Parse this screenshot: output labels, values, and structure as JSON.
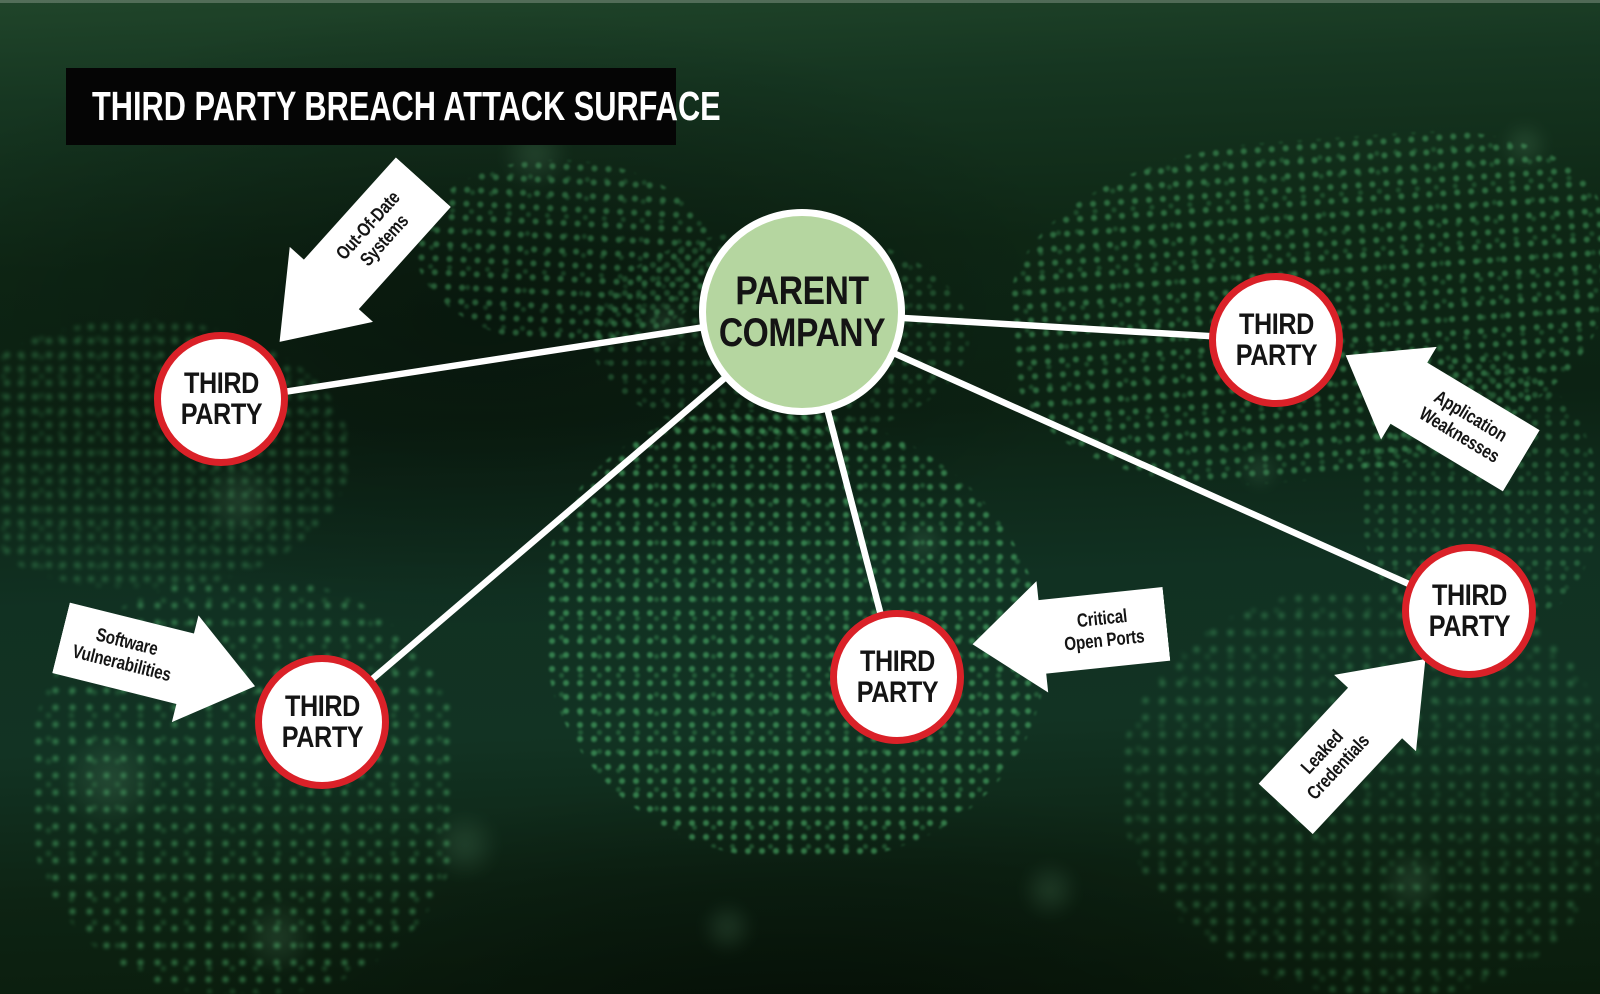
{
  "title_bar": {
    "title": "THIRD PARTY BREACH ATTACK SURFACE"
  },
  "diagram": {
    "parent_node": {
      "line1": "PARENT",
      "line2": "COMPANY"
    },
    "nodes": [
      {
        "id": "third-party-top-left",
        "line1": "THIRD",
        "line2": "PARTY"
      },
      {
        "id": "third-party-bottom-left",
        "line1": "THIRD",
        "line2": "PARTY"
      },
      {
        "id": "third-party-bottom-center",
        "line1": "THIRD",
        "line2": "PARTY"
      },
      {
        "id": "third-party-top-right",
        "line1": "THIRD",
        "line2": "PARTY"
      },
      {
        "id": "third-party-bottom-right",
        "line1": "THIRD",
        "line2": "PARTY"
      }
    ],
    "attack_vectors": [
      {
        "id": "out-of-date-systems",
        "line1": "Out-Of-Date",
        "line2": "Systems",
        "points_to": "third-party-top-left"
      },
      {
        "id": "software-vulnerabilities",
        "line1": "Software",
        "line2": "Vulnerabilities",
        "points_to": "third-party-bottom-left"
      },
      {
        "id": "critical-open-ports",
        "line1": "Critical",
        "line2": "Open Ports",
        "points_to": "third-party-bottom-center"
      },
      {
        "id": "application-weaknesses",
        "line1": "Application",
        "line2": "Weaknesses",
        "points_to": "third-party-top-right"
      },
      {
        "id": "leaked-credentials",
        "line1": "Leaked",
        "line2": "Credentials",
        "points_to": "third-party-bottom-right"
      }
    ]
  },
  "colors": {
    "background_green": "#123120",
    "map_dot_green": "#4aa763",
    "parent_node_fill": "#b5d6a0",
    "parent_node_border": "#ffffff",
    "third_party_fill": "#ffffff",
    "third_party_border": "#da2128",
    "connector": "#ffffff",
    "arrow_fill": "#ffffff",
    "arrow_text": "#141414",
    "title_bg": "#050505",
    "title_text": "#ffffff"
  }
}
